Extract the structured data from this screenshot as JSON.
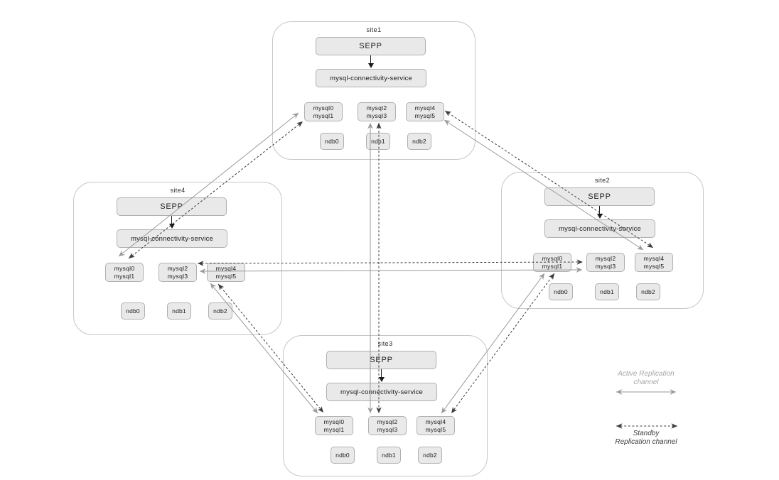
{
  "sites": [
    {
      "label": "site1",
      "sepp": "SEPP",
      "service": "mysql-connectivity-service",
      "mysql_groups": [
        {
          "line1": "mysql0",
          "line2": "mysql1"
        },
        {
          "line1": "mysql2",
          "line2": "mysql3"
        },
        {
          "line1": "mysql4",
          "line2": "mysql5"
        }
      ],
      "ndb": [
        "ndb0",
        "ndb1",
        "ndb2"
      ]
    },
    {
      "label": "site2",
      "sepp": "SEPP",
      "service": "mysql-connectivity-service",
      "mysql_groups": [
        {
          "line1": "mysql0",
          "line2": "mysql1"
        },
        {
          "line1": "mysql2",
          "line2": "mysql3"
        },
        {
          "line1": "mysql4",
          "line2": "mysql5"
        }
      ],
      "ndb": [
        "ndb0",
        "ndb1",
        "ndb2"
      ]
    },
    {
      "label": "site3",
      "sepp": "SEPP",
      "service": "mysql-connectivity-service",
      "mysql_groups": [
        {
          "line1": "mysql0",
          "line2": "mysql1"
        },
        {
          "line1": "mysql2",
          "line2": "mysql3"
        },
        {
          "line1": "mysql4",
          "line2": "mysql5"
        }
      ],
      "ndb": [
        "ndb0",
        "ndb1",
        "ndb2"
      ]
    },
    {
      "label": "site4",
      "sepp": "SEPP",
      "service": "mysql-connectivity-service",
      "mysql_groups": [
        {
          "line1": "mysql0",
          "line2": "mysql1"
        },
        {
          "line1": "mysql2",
          "line2": "mysql3"
        },
        {
          "line1": "mysql4",
          "line2": "mysql5"
        }
      ],
      "ndb": [
        "ndb0",
        "ndb1",
        "ndb2"
      ]
    }
  ],
  "legend": {
    "active_line1": "Active Replication",
    "active_line2": "channel",
    "standby_line1": "Standby",
    "standby_line2": "Replication channel"
  },
  "connections": [
    {
      "from": "site1.mysql0-mysql1",
      "to": "site4.mysql0-mysql1",
      "channels": [
        "active",
        "standby"
      ]
    },
    {
      "from": "site1.mysql4-mysql5",
      "to": "site2.mysql4-mysql5",
      "channels": [
        "active",
        "standby"
      ]
    },
    {
      "from": "site1.mysql2-mysql3",
      "to": "site3.mysql2-mysql3",
      "channels": [
        "active",
        "standby"
      ]
    },
    {
      "from": "site4.mysql2-mysql3",
      "to": "site2.mysql2-mysql3",
      "channels": [
        "active",
        "standby"
      ]
    },
    {
      "from": "site4.mysql4-mysql5",
      "to": "site3.mysql0-mysql1",
      "channels": [
        "active",
        "standby"
      ]
    },
    {
      "from": "site2.mysql0-mysql1",
      "to": "site3.mysql4-mysql5",
      "channels": [
        "active",
        "standby"
      ]
    }
  ],
  "colors": {
    "box_fill": "#e9e9e9",
    "box_border": "#b0b0b0",
    "site_border": "#c7c7c7",
    "active_channel": "#9a9a9a",
    "standby_channel": "#3c3c3c",
    "internal_arrow": "#1a1a1a",
    "legend_active_text": "#a6a6a6",
    "legend_standby_text": "#3c3c3c"
  }
}
